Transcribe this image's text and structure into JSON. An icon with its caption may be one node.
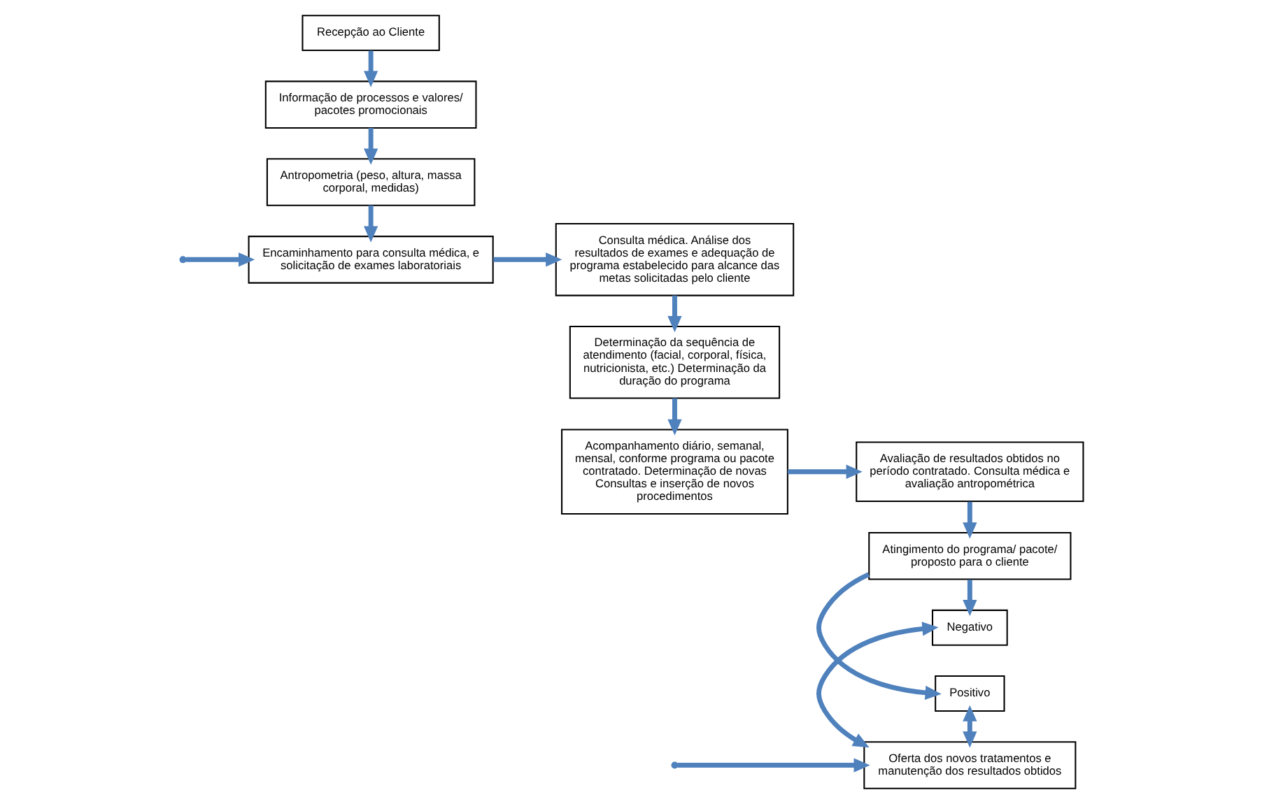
{
  "diagram": {
    "nodes": [
      {
        "text": [
          "Recepção ao Cliente"
        ]
      },
      {
        "text": [
          "Informação de processos e valores/ pacotes promocionais"
        ]
      },
      {
        "text": [
          "Antropometria (peso, altura, massa corporal, medidas)"
        ]
      },
      {
        "text": [
          "Encaminhamento para consulta médica, e solicitação de exames laboratoriais"
        ]
      },
      {
        "text": [
          "Consulta médica. Análise dos resultados de exames e adequação de programa estabelecido para alcance das metas solicitadas pelo cliente"
        ]
      },
      {
        "text": [
          "Determinação da sequência de atendimento (facial, corporal, física, nutricionista, etc.) Determinação da duração do programa"
        ]
      },
      {
        "text": [
          "Acompanhamento diário, semanal, mensal, conforme programa ou pacote contratado. Determinação de novas Consultas e inserção de novos procedimentos"
        ]
      },
      {
        "text": [
          "Avaliação de resultados obtidos no período contratado. Consulta médica e avaliação antropométrica"
        ]
      },
      {
        "text": [
          "Atingimento do programa/ pacote/ proposto para o cliente"
        ]
      },
      {
        "text": [
          "Positivo"
        ]
      },
      {
        "text": [
          "Negativo"
        ]
      },
      {
        "text": [
          "Oferta dos novos tratamentos e manutenção dos resultados obtidos"
        ]
      }
    ],
    "edges": [
      {
        "from": 0,
        "to": 1,
        "arrow": "to"
      },
      {
        "from": 1,
        "to": 2,
        "arrow": "to"
      },
      {
        "from": 2,
        "to": 3,
        "arrow": "to"
      },
      {
        "from": 3,
        "to": 4,
        "arrow": "to"
      },
      {
        "from": 4,
        "to": 5,
        "arrow": "to"
      },
      {
        "from": 5,
        "to": 6,
        "arrow": "to"
      },
      {
        "from": 6,
        "to": 7,
        "arrow": "to"
      },
      {
        "from": 7,
        "to": 8,
        "arrow": "to"
      },
      {
        "from": 8,
        "to": 9,
        "arrow": "to"
      },
      {
        "from": 8,
        "to": 10,
        "arrow": "to"
      },
      {
        "from": 9,
        "to": 11,
        "arrow": "both"
      },
      {
        "from": 10,
        "to": 11,
        "arrow": "both"
      },
      {
        "from": null,
        "to": 3,
        "arrow": "to"
      },
      {
        "from": null,
        "to": 11,
        "arrow": "to"
      }
    ]
  }
}
